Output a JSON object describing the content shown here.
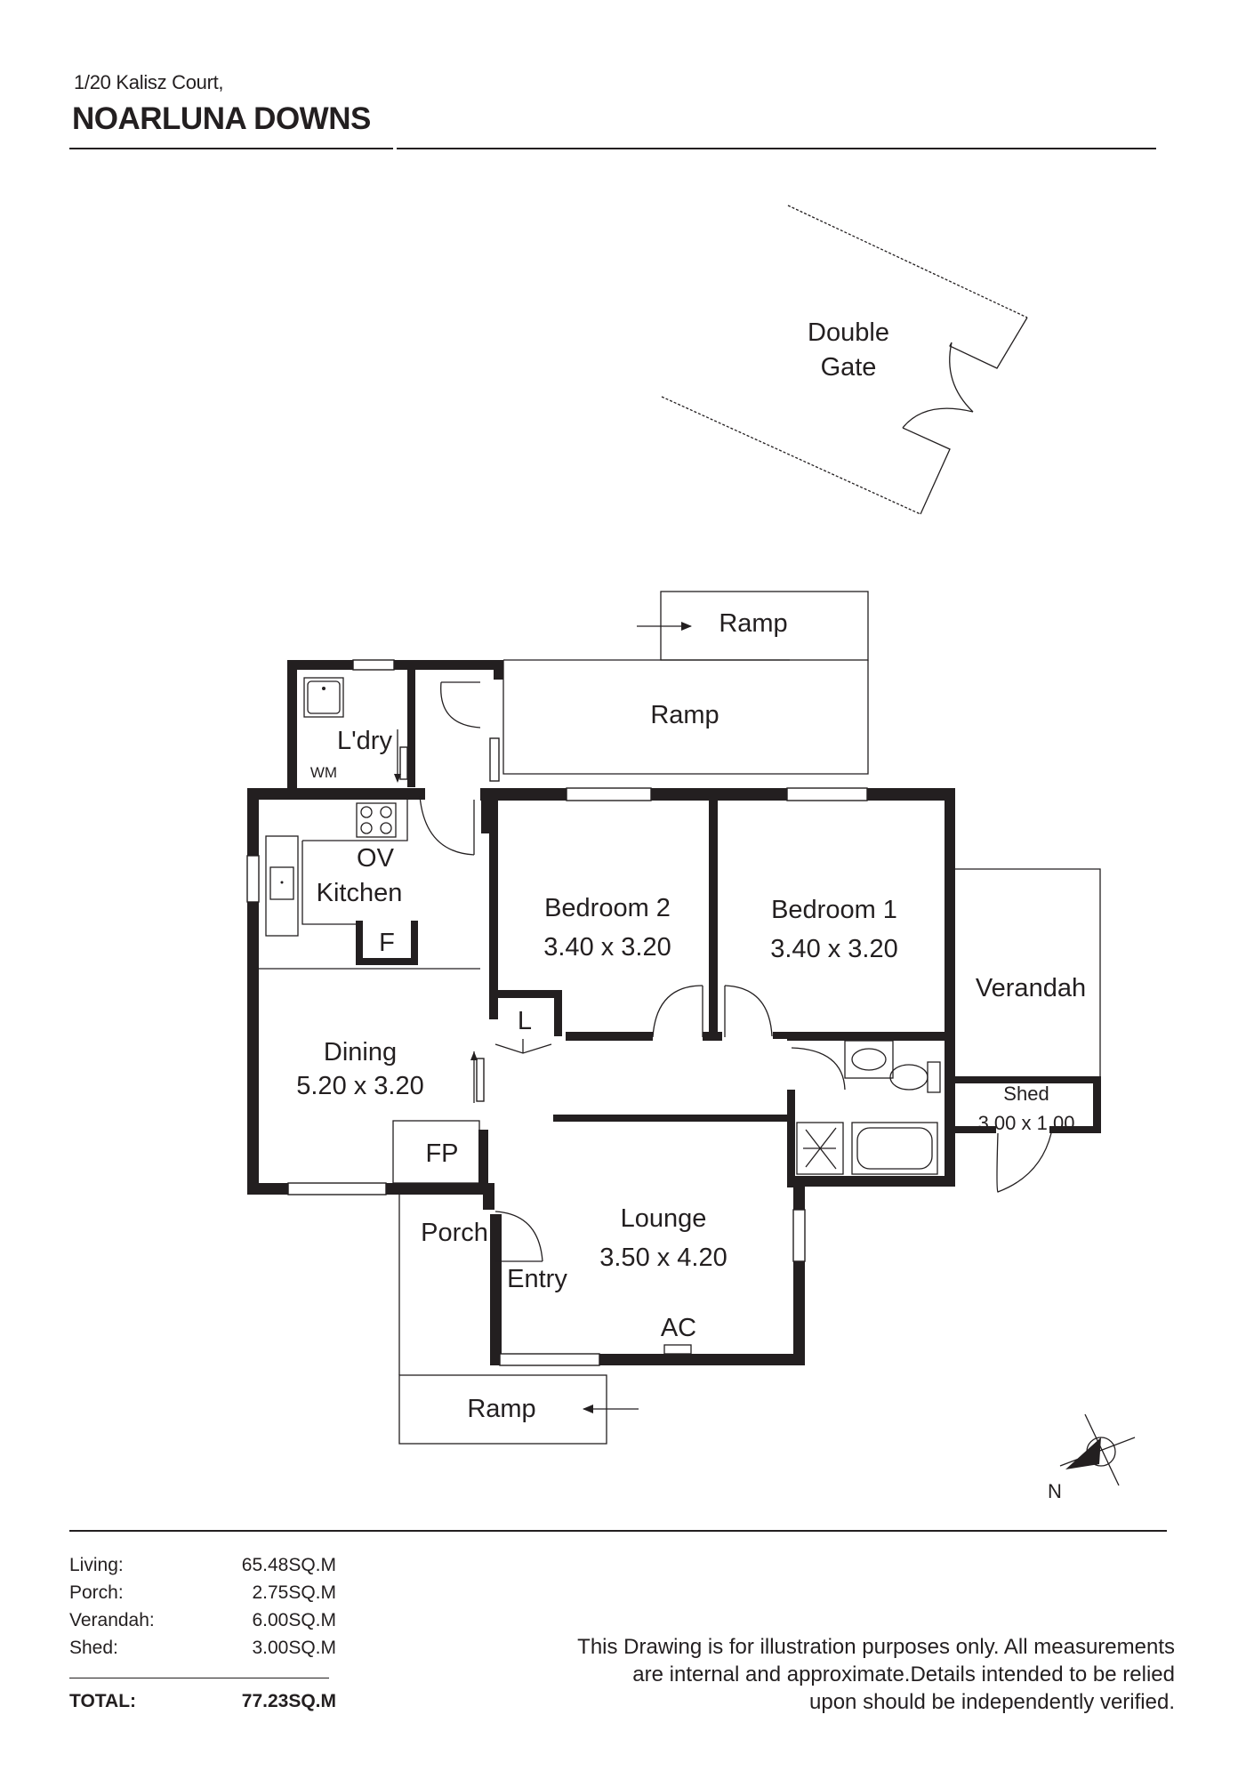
{
  "header": {
    "address": "1/20 Kalisz Court,",
    "suburb": "NOARLUNA DOWNS"
  },
  "plan": {
    "double_gate": [
      "Double",
      "Gate"
    ],
    "ramp_top": "Ramp",
    "ramp_upper": "Ramp",
    "ramp_bottom": "Ramp",
    "laundry": "L'dry",
    "washing_machine": "WM",
    "oven": "OV",
    "kitchen": "Kitchen",
    "fridge": "F",
    "linen": "L",
    "bedroom2": {
      "name": "Bedroom 2",
      "size": "3.40 x 3.20"
    },
    "bedroom1": {
      "name": "Bedroom 1",
      "size": "3.40 x 3.20"
    },
    "verandah": "Verandah",
    "shed": {
      "name": "Shed",
      "size": "3.00 x 1.00"
    },
    "dining": {
      "name": "Dining",
      "size": "5.20 x 3.20"
    },
    "fireplace": "FP",
    "porch": "Porch",
    "entry": "Entry",
    "lounge": {
      "name": "Lounge",
      "size": "3.50 x 4.20"
    },
    "aircon": "AC",
    "north": "N"
  },
  "areas": [
    {
      "label": "Living:",
      "value": "65.48SQ.M"
    },
    {
      "label": "Porch:",
      "value": "2.75SQ.M"
    },
    {
      "label": "Verandah:",
      "value": "6.00SQ.M"
    },
    {
      "label": "Shed:",
      "value": "3.00SQ.M"
    }
  ],
  "total": {
    "label": "TOTAL:",
    "value": "77.23SQ.M"
  },
  "disclaimer": [
    "This Drawing is for illustration purposes only. All measurements",
    "are internal and approximate.Details intended to be relied",
    "upon should be independently verified."
  ]
}
